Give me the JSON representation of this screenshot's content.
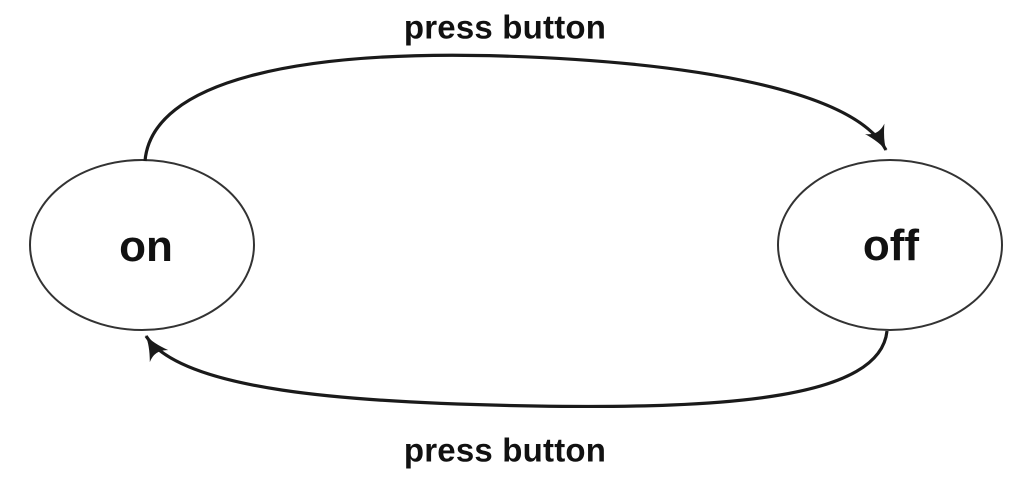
{
  "colors": {
    "background": "#ffffff",
    "line": "#1a1a1a",
    "ellipse_stroke": "#333333",
    "text": "#111111"
  },
  "states": [
    {
      "label": "on"
    },
    {
      "label": "off"
    }
  ],
  "transitions": [
    {
      "label": "press button",
      "from": "on",
      "to": "off",
      "position": "top"
    },
    {
      "label": "press button",
      "from": "off",
      "to": "on",
      "position": "bottom"
    }
  ]
}
